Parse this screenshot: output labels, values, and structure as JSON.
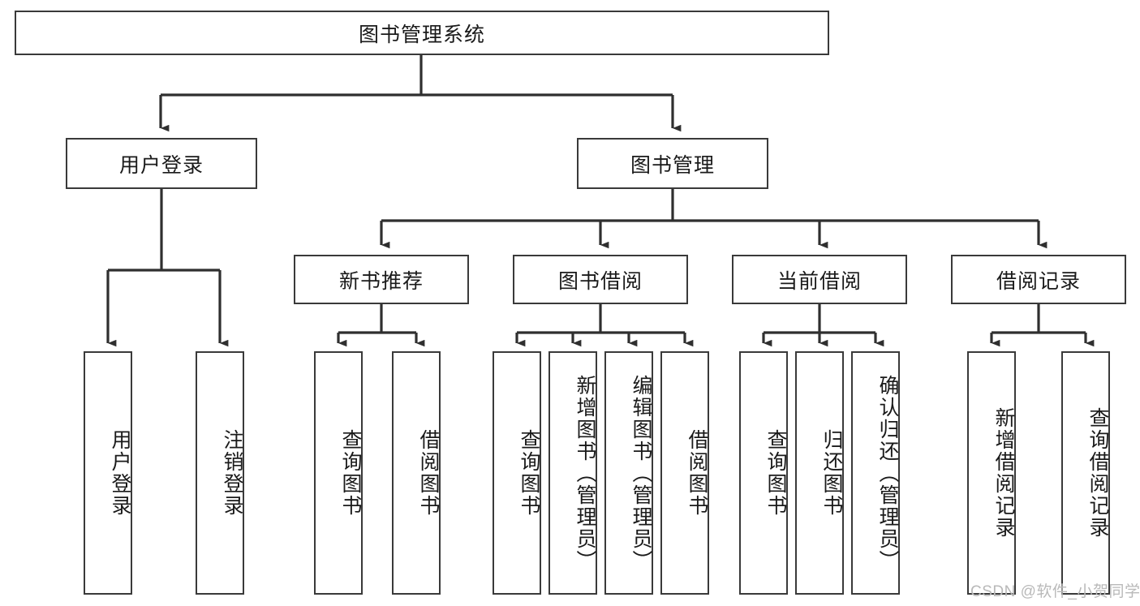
{
  "diagram": {
    "type": "hierarchy-tree",
    "title": "图书管理系统",
    "watermark": "CSDN @软件_小贺同学",
    "colors": {
      "box_border": "#3a3a3a",
      "box_fill": "#ffffff",
      "connector": "#2f2f2f",
      "text": "#1a1a1a",
      "watermark": "#b9b9b9"
    },
    "levels": {
      "level0": [
        {
          "id": "root",
          "label": "图书管理系统",
          "orientation": "horizontal"
        }
      ],
      "level1": [
        {
          "id": "user-login",
          "label": "用户登录",
          "orientation": "horizontal"
        },
        {
          "id": "book-manage",
          "label": "图书管理",
          "orientation": "horizontal"
        }
      ],
      "level2": [
        {
          "id": "new-book-recommend",
          "label": "新书推荐",
          "orientation": "horizontal"
        },
        {
          "id": "book-borrow",
          "label": "图书借阅",
          "orientation": "horizontal"
        },
        {
          "id": "current-borrow",
          "label": "当前借阅",
          "orientation": "horizontal"
        },
        {
          "id": "borrow-record",
          "label": "借阅记录",
          "orientation": "horizontal"
        }
      ],
      "level3": [
        {
          "id": "leaf-user-login",
          "label": "用户登录",
          "parent": "user-login",
          "orientation": "vertical"
        },
        {
          "id": "leaf-logout-login",
          "label": "注销登录",
          "parent": "user-login",
          "orientation": "vertical"
        },
        {
          "id": "leaf-query-book-1",
          "label": "查询图书",
          "parent": "new-book-recommend",
          "orientation": "vertical"
        },
        {
          "id": "leaf-borrow-book-1",
          "label": "借阅图书",
          "parent": "new-book-recommend",
          "orientation": "vertical"
        },
        {
          "id": "leaf-query-book-2",
          "label": "查询图书",
          "parent": "book-borrow",
          "orientation": "vertical"
        },
        {
          "id": "leaf-add-book-admin",
          "label": "新增图书（管理员）",
          "parent": "book-borrow",
          "orientation": "vertical"
        },
        {
          "id": "leaf-edit-book-admin",
          "label": "编辑图书（管理员）",
          "parent": "book-borrow",
          "orientation": "vertical"
        },
        {
          "id": "leaf-borrow-book-2",
          "label": "借阅图书",
          "parent": "book-borrow",
          "orientation": "vertical"
        },
        {
          "id": "leaf-query-book-3",
          "label": "查询图书",
          "parent": "current-borrow",
          "orientation": "vertical"
        },
        {
          "id": "leaf-return-book",
          "label": "归还图书",
          "parent": "current-borrow",
          "orientation": "vertical"
        },
        {
          "id": "leaf-confirm-return-admin",
          "label": "确认归还（管理员）",
          "parent": "current-borrow",
          "orientation": "vertical"
        },
        {
          "id": "leaf-add-borrow-record",
          "label": "新增借阅记录",
          "parent": "borrow-record",
          "orientation": "vertical"
        },
        {
          "id": "leaf-query-borrow-record",
          "label": "查询借阅记录",
          "parent": "borrow-record",
          "orientation": "vertical"
        }
      ]
    }
  }
}
